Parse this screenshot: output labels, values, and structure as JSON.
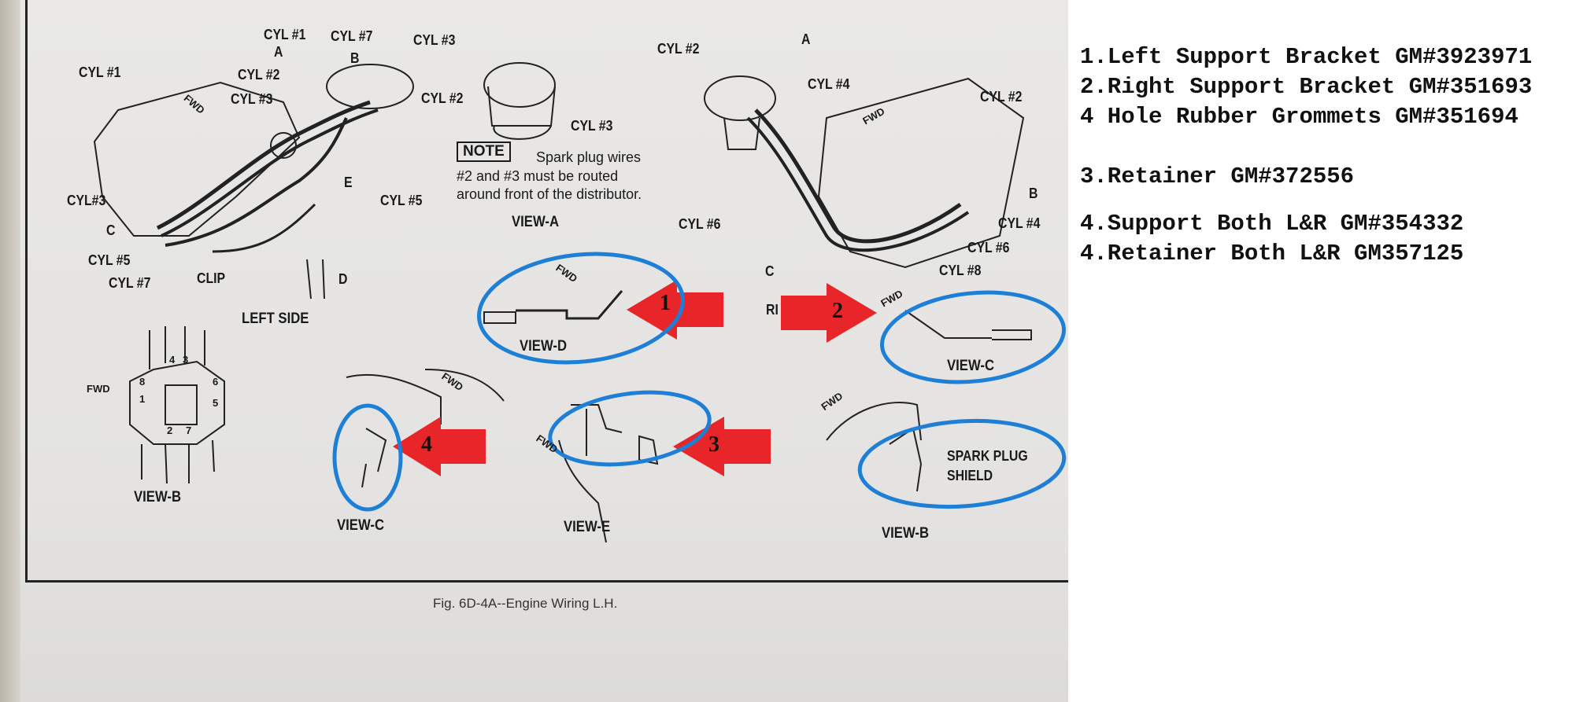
{
  "diagram": {
    "left_side": {
      "labels": [
        "CYL #1",
        "A",
        "CYL #1",
        "CYL #7",
        "CYL #3",
        "B",
        "CYL #2",
        "CYL #3",
        "CYL #2",
        "CYL #3",
        "CYL#3",
        "E",
        "CYL #5",
        "C",
        "CYL #5",
        "CYL #7",
        "CLIP",
        "D"
      ],
      "title": "LEFT SIDE"
    },
    "view_a": {
      "note_label": "NOTE",
      "note_lines": [
        "Spark plug wires",
        "#2 and #3 must be routed",
        "around front of the distributor."
      ],
      "title": "VIEW-A"
    },
    "right_side": {
      "labels": [
        "CYL #2",
        "A",
        "CYL #4",
        "CYL #2",
        "B",
        "CYL #6",
        "CYL #4",
        "CYL #6",
        "CYL #8",
        "C",
        "RI"
      ]
    },
    "fwd": "FWD",
    "views": {
      "view_d": "VIEW-D",
      "view_c_right": "VIEW-C",
      "view_b_left": "VIEW-B",
      "view_c_left": "VIEW-C",
      "view_e": "VIEW-E",
      "view_b_right": "VIEW-B",
      "spark_plug_shield": [
        "SPARK PLUG",
        "SHIELD"
      ]
    },
    "distributor_numbers": [
      "4",
      "3",
      "8",
      "6",
      "1",
      "5",
      "2",
      "7"
    ],
    "callouts": [
      "1",
      "2",
      "3",
      "4"
    ],
    "caption": "Fig. 6D-4A--Engine Wiring L.H."
  },
  "parts_list": {
    "group1": [
      "1.Left Support Bracket GM#3923971",
      "2.Right Support Bracket GM#351693",
      "4 Hole Rubber Grommets GM#351694"
    ],
    "group2": [
      "3.Retainer GM#372556"
    ],
    "group3": [
      "4.Support Both L&R GM#354332",
      "4.Retainer Both L&R GM357125"
    ]
  },
  "colors": {
    "arrow": "#e8262a",
    "outline": "#1e7fd6"
  }
}
